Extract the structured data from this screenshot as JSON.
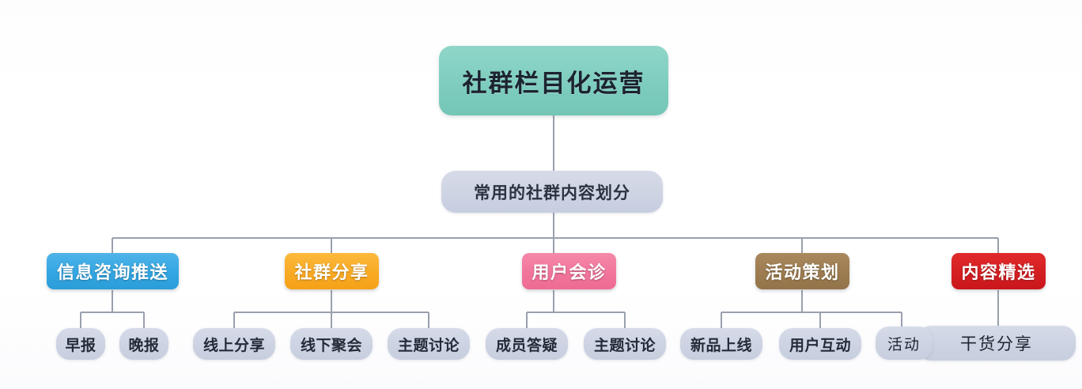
{
  "diagram": {
    "type": "mindmap",
    "title": "社群栏目化运营",
    "background_color": "#ffffff",
    "edge_color": "#9aa0ae"
  },
  "root": {
    "label": "社群栏目化运营",
    "color": "#7ecdbe",
    "text_color": "#1d2330"
  },
  "level2": {
    "label": "常用的社群内容划分",
    "color": "#cdd3e3",
    "text_color": "#2c3240"
  },
  "categories": [
    {
      "label": "信息咨询推送",
      "color": "#33a6e2",
      "text_color": "#ffffff",
      "children": [
        {
          "label": "早报"
        },
        {
          "label": "晚报"
        }
      ]
    },
    {
      "label": "社群分享",
      "color": "#f9aa24",
      "text_color": "#ffffff",
      "children": [
        {
          "label": "线上分享"
        },
        {
          "label": "线下聚会"
        },
        {
          "label": "主题讨论"
        }
      ]
    },
    {
      "label": "用户会诊",
      "color": "#f1759b",
      "text_color": "#ffffff",
      "children": [
        {
          "label": "成员答疑"
        },
        {
          "label": "主题讨论"
        }
      ]
    },
    {
      "label": "活动策划",
      "color": "#9c7c50",
      "text_color": "#ffffff",
      "children": [
        {
          "label": "新品上线"
        },
        {
          "label": "用户互动"
        },
        {
          "label": "活动"
        }
      ]
    },
    {
      "label": "内容精选",
      "color": "#d41f22",
      "text_color": "#ffffff",
      "children": [
        {
          "label": "干货分享"
        }
      ]
    }
  ],
  "leaf_style": {
    "color": "#ccd2e2",
    "text_color": "#252b38"
  }
}
